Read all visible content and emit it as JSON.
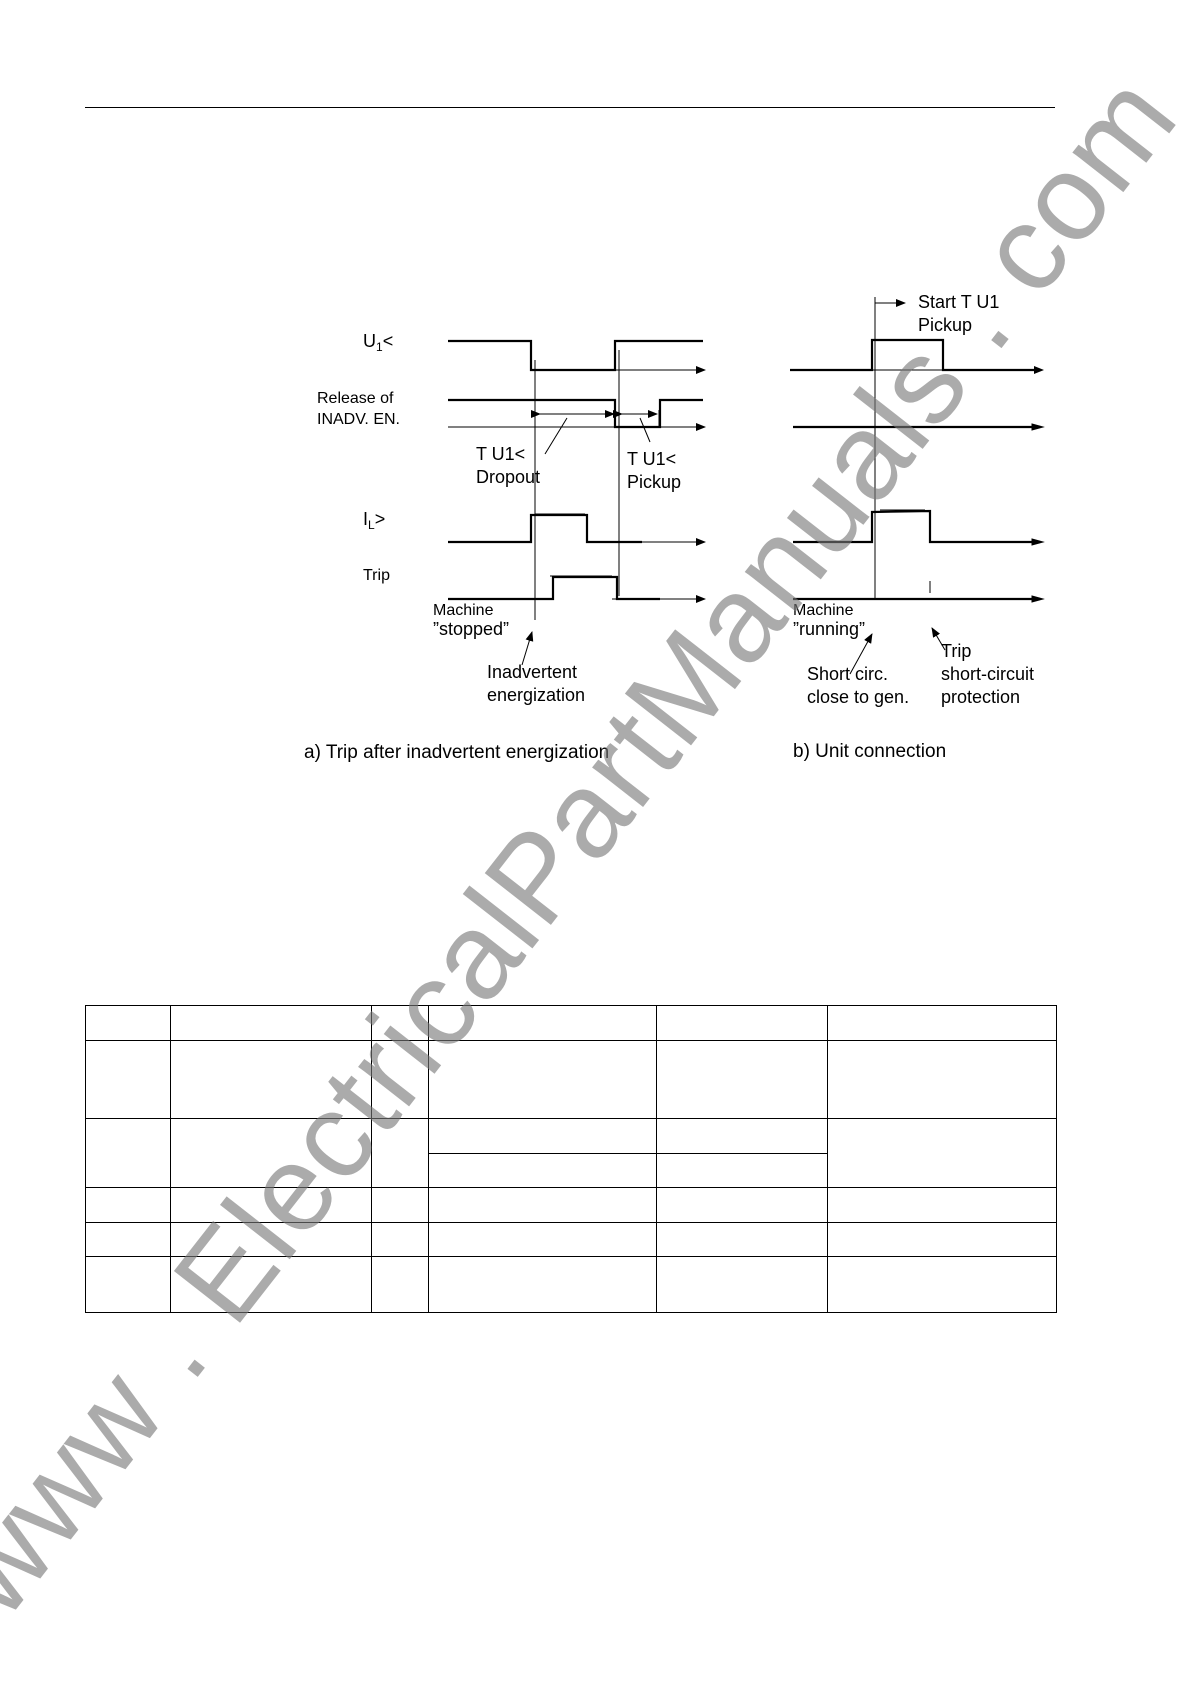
{
  "figure": {
    "left_panel": {
      "signals": {
        "u1_main": "U",
        "u1_sub": "1",
        "u1_suffix": "<",
        "release_line1": "Release of",
        "release_line2": "INADV. EN.",
        "il_main": "I",
        "il_sub": "L",
        "il_suffix": ">",
        "trip": "Trip"
      },
      "annotations": {
        "t_dropout_line1": "T U1<",
        "t_dropout_line2": "Dropout",
        "t_pickup_line1": "T U1<",
        "t_pickup_line2": "Pickup",
        "machine_line1": "Machine",
        "machine_line2": "”stopped”",
        "event_line1": "Inadvertent",
        "event_line2": "energization"
      },
      "caption": "a) Trip after inadvertent energization"
    },
    "right_panel": {
      "annotations": {
        "start_line1": "Start T U1",
        "start_line2": "Pickup",
        "machine_line1": "Machine",
        "machine_line2": "”running”",
        "short_line1": "Short circ.",
        "short_line2": "close to gen.",
        "trip_line1": "Trip",
        "trip_line2": "short-circuit",
        "trip_line3": "protection"
      },
      "caption": "b) Unit connection"
    }
  },
  "watermark": "www . ElectricalPartManuals . com"
}
